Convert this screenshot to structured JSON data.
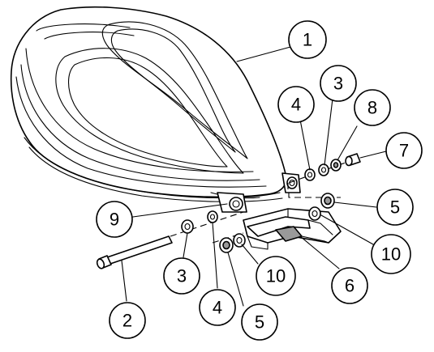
{
  "callouts": [
    {
      "id": "c1",
      "label": "1"
    },
    {
      "id": "c4a",
      "label": "4"
    },
    {
      "id": "c3a",
      "label": "3"
    },
    {
      "id": "c8",
      "label": "8"
    },
    {
      "id": "c7",
      "label": "7"
    },
    {
      "id": "c5a",
      "label": "5"
    },
    {
      "id": "c9",
      "label": "9"
    },
    {
      "id": "c10a",
      "label": "10"
    },
    {
      "id": "c3b",
      "label": "3"
    },
    {
      "id": "c4b",
      "label": "4"
    },
    {
      "id": "c10b",
      "label": "10"
    },
    {
      "id": "c6",
      "label": "6"
    },
    {
      "id": "c2",
      "label": "2"
    },
    {
      "id": "c5b",
      "label": "5"
    }
  ]
}
